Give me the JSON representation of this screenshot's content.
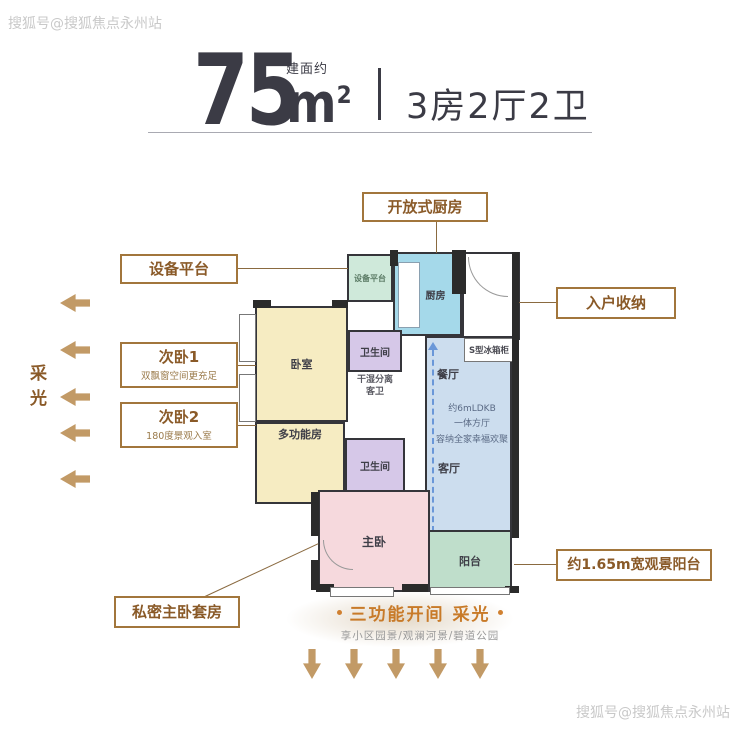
{
  "watermarks": {
    "top_left": "搜狐号@搜狐焦点永州站",
    "bottom_right": "搜狐号@搜狐焦点永州站"
  },
  "header": {
    "area_prefix": "建面约",
    "area_value": "75",
    "area_unit": "m",
    "area_sup": "2",
    "rooms_summary": "3房2厅2卫"
  },
  "left_panel": {
    "daylight_label": "采光"
  },
  "callouts": {
    "open_kitchen": "开放式厨房",
    "equipment_platform": "设备平台",
    "bedroom1_title": "次卧1",
    "bedroom1_subtitle": "双飘窗空间更充足",
    "bedroom2_title": "次卧2",
    "bedroom2_subtitle": "180度景观入室",
    "entry_storage": "入户收纳",
    "balcony": "约1.65m宽观景阳台",
    "master_suite": "私密主卧套房"
  },
  "floorplan": {
    "bedroom": "卧室",
    "multifunction_room": "多功能房",
    "bathroom1": "卫生间",
    "bathroom1_note": "干湿分离\n客卫",
    "bathroom2": "卫生间",
    "kitchen": "厨房",
    "equipment_platform": "设备平台",
    "dining": "餐厅",
    "living": "客厅",
    "fridge_cabinet": "S型冰箱柜",
    "ldkb_note": "约6mLDKB\n一体方厅\n容纳全家幸福欢聚",
    "master_bedroom": "主卧",
    "balcony": "阳台"
  },
  "footer": {
    "highlight": "三功能开间 采光",
    "note": "享小区园景/观澜河景/碧道公园"
  },
  "colors": {
    "accent_brown": "#a2763c",
    "arrow_tan": "#c29a66",
    "highlight_orange": "#c87a28",
    "dash_blue": "#6a97d8"
  }
}
